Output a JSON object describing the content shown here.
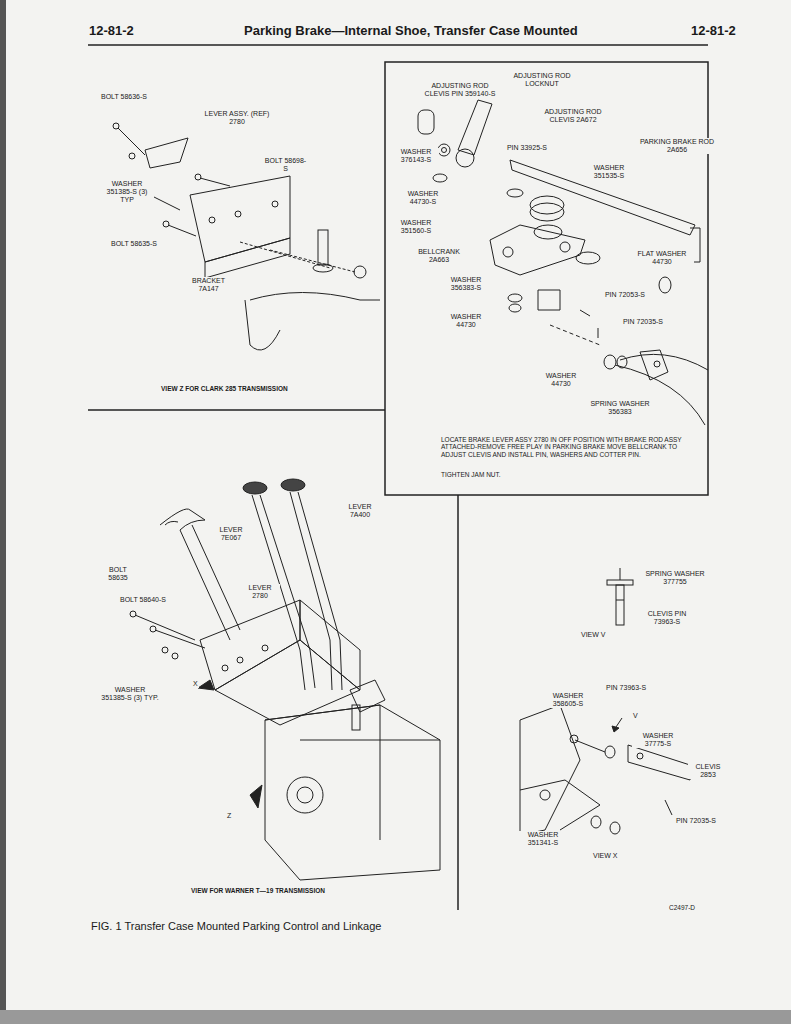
{
  "diagram": {
    "title": "Parking Brake—Internal Shoe, Transfer Case Mounted",
    "caption": "FIG. 1 Transfer Case Mounted Parking Control and Linkage",
    "labels": [
      "12-81-2",
      "12-81-2",
      "BOLT 58636-S",
      "LEVER ASSY. (REF) 2780",
      "BOLT 58698-S",
      "WASHER 351385-S (3) TYP",
      "BOLT 58635-S",
      "BRACKET 7A147",
      "VIEW Z FOR CLARK 285 TRANSMISSION",
      "ADJUSTING ROD LOCKNUT",
      "ADJUSTING ROD CLEVIS PIN 359140-S",
      "ADJUSTING ROD CLEVIS 2A672",
      "PARKING BRAKE ROD 2A656",
      "WASHER 376143-S",
      "PIN 33925-S",
      "WASHER 351535-S",
      "WASHER 44730-S",
      "WASHER 351560-S",
      "BELLCRANK 2A663",
      "FLAT WASHER 44730",
      "WASHER 356383-S",
      "PIN 72053-S",
      "WASHER 44730",
      "PIN 72035-S",
      "WASHER 44730",
      "SPRING WASHER 356383",
      "LOCATE BRAKE LEVER ASSY 2780 IN OFF POSITION WITH BRAKE ROD ASSY ATTACHED-REMOVE FREE PLAY IN PARKING BRAKE MOVE BELLCRANK TO ADJUST CLEVIS AND INSTALL PIN, WASHERS AND COTTER PIN.",
      "TIGHTEN JAM NUT.",
      "LEVER 7A400",
      "LEVER 7E067",
      "BOLT 58635",
      "LEVER 2780",
      "BOLT 58640-S",
      "X",
      "WASHER 351385-S (3) TYP.",
      "Z",
      "VIEW FOR WARNER T—19 TRANSMISSION",
      "SPRING WASHER 377755",
      "CLEVIS PIN 73963-S",
      "VIEW V",
      "PIN 73963-S",
      "WASHER 358605-S",
      "V",
      "WASHER 37775-S",
      "CLEVIS 2853",
      "PIN 72035-S",
      "WASHER 351341-S",
      "VIEW X",
      "C2497-D"
    ]
  }
}
